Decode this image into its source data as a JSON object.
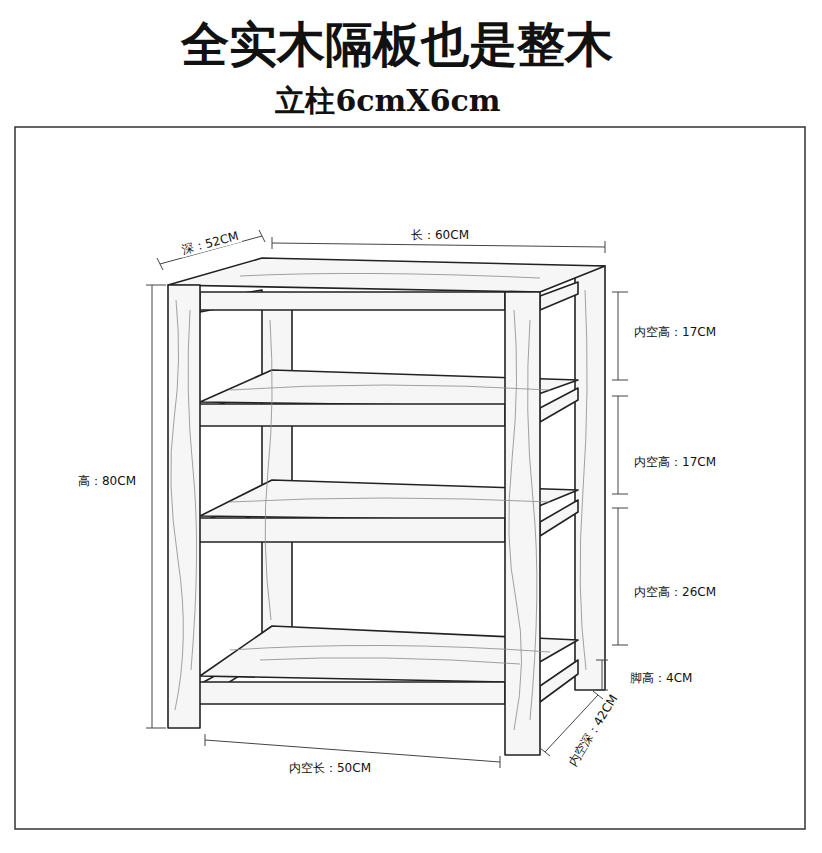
{
  "diagram": {
    "title": "全实木隔板也是整木",
    "labels": [
      "立柱6cmX6cm",
      "深：52CM",
      "长：60CM",
      "内空高：17CM",
      "内空高：17CM",
      "内空高：26CM",
      "脚高：4CM",
      "高：80CM",
      "内空长：50CM",
      "内空深：42CM"
    ]
  }
}
